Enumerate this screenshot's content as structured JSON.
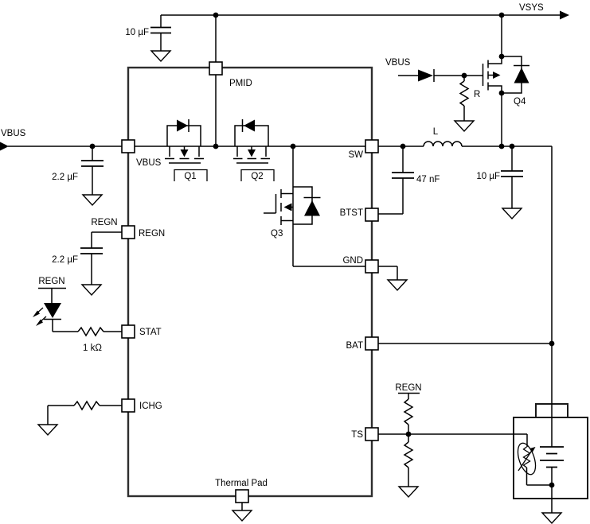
{
  "schematic": {
    "nets": {
      "vsys": "VSYS",
      "vbus_input": "VBUS",
      "vbus_q4_feed": "VBUS",
      "regn_flag_regn_pin": "REGN",
      "regn_flag_led": "REGN",
      "regn_flag_ts": "REGN"
    },
    "ic": {
      "pins": {
        "pmid": "PMID",
        "vbus": "VBUS",
        "regn": "REGN",
        "stat": "STAT",
        "ichg": "ICHG",
        "sw": "SW",
        "btst": "BTST",
        "gnd": "GND",
        "bat": "BAT",
        "ts": "TS",
        "thermal_pad": "Thermal Pad"
      }
    },
    "components": {
      "c_pmid": "10 µF",
      "c_vbus": "2.2 µF",
      "c_regn": "2.2 µF",
      "c_btst": "47 nF",
      "c_sys": "10 µF",
      "r_stat": "1 kΩ",
      "r_q4_gate": "R",
      "l_out": "L",
      "q1": "Q1",
      "q2": "Q2",
      "q3": "Q3",
      "q4": "Q4"
    }
  }
}
